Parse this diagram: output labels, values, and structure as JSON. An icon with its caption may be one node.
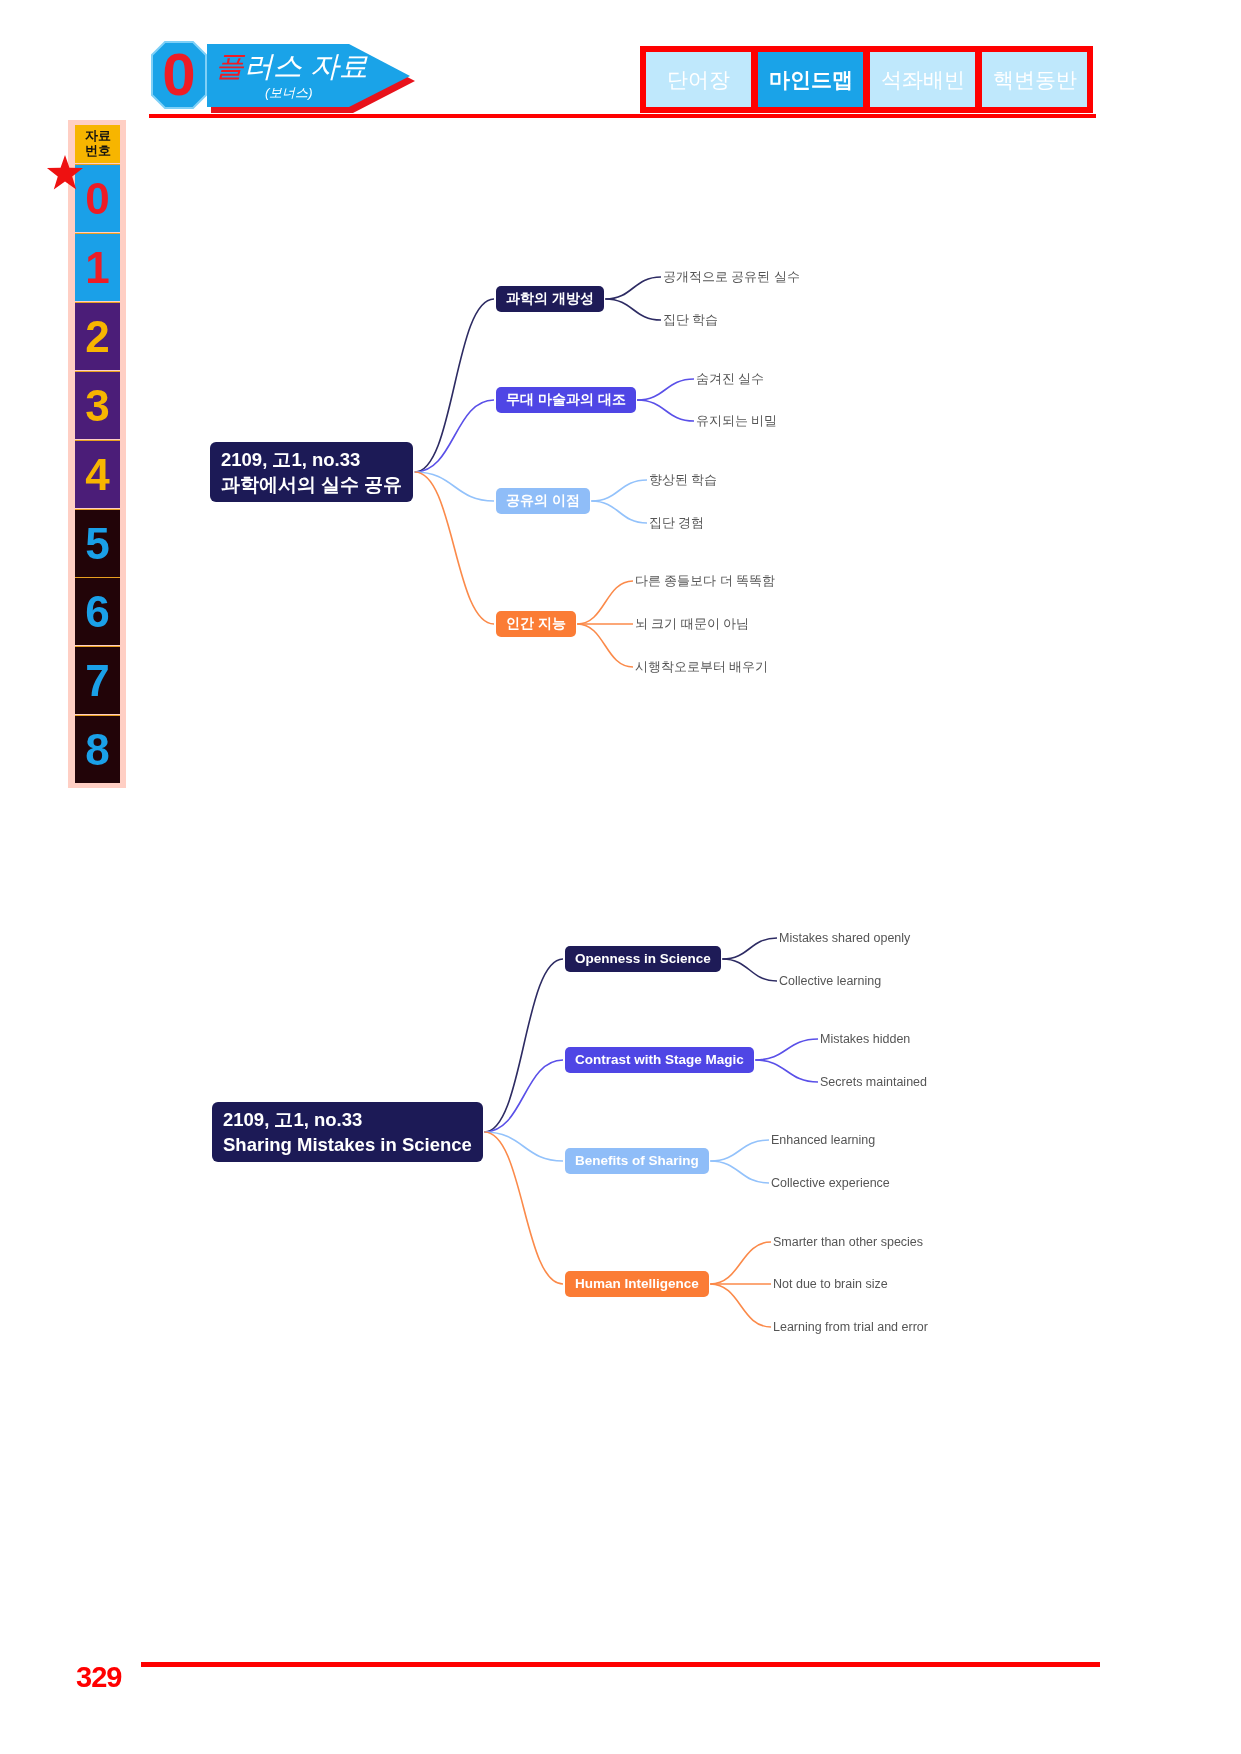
{
  "diagram": {
    "nodes": [
      {
        "text": [
          "2109, 고1, no.33",
          "과학에서의 실수 공유"
        ]
      },
      {
        "text": [
          "과학의 개방성"
        ]
      },
      {
        "text": [
          "공개적으로 공유된 실수"
        ]
      },
      {
        "text": [
          "집단 학습"
        ]
      },
      {
        "text": [
          "무대 마술과의 대조"
        ]
      },
      {
        "text": [
          "숨겨진 실수"
        ]
      },
      {
        "text": [
          "유지되는 비밀"
        ]
      },
      {
        "text": [
          "공유의 이점"
        ]
      },
      {
        "text": [
          "향상된 학습"
        ]
      },
      {
        "text": [
          "집단 경험"
        ]
      },
      {
        "text": [
          "인간 지능"
        ]
      },
      {
        "text": [
          "다른 종들보다 더 똑똑함"
        ]
      },
      {
        "text": [
          "뇌 크기 때문이 아님"
        ]
      },
      {
        "text": [
          "시행착오로부터 배우기"
        ]
      },
      {
        "text": [
          "2109, 고1, no.33",
          "Sharing Mistakes in Science"
        ]
      },
      {
        "text": [
          "Openness in Science"
        ]
      },
      {
        "text": [
          "Mistakes shared openly"
        ]
      },
      {
        "text": [
          "Collective learning"
        ]
      },
      {
        "text": [
          "Contrast with Stage Magic"
        ]
      },
      {
        "text": [
          "Mistakes hidden"
        ]
      },
      {
        "text": [
          "Secrets maintained"
        ]
      },
      {
        "text": [
          "Benefits of Sharing"
        ]
      },
      {
        "text": [
          "Enhanced learning"
        ]
      },
      {
        "text": [
          "Collective experience"
        ]
      },
      {
        "text": [
          "Human Intelligence"
        ]
      },
      {
        "text": [
          "Smarter than other species"
        ]
      },
      {
        "text": [
          "Not due to brain size"
        ]
      },
      {
        "text": [
          "Learning from trial and error"
        ]
      }
    ],
    "edges": [
      {
        "from": 0,
        "to": 1,
        "arrow": "none",
        "color": "#2d2b63"
      },
      {
        "from": 1,
        "to": 2,
        "arrow": "none",
        "color": "#2d2b63"
      },
      {
        "from": 1,
        "to": 3,
        "arrow": "none",
        "color": "#2d2b63"
      },
      {
        "from": 0,
        "to": 4,
        "arrow": "none",
        "color": "#5a50e8"
      },
      {
        "from": 4,
        "to": 5,
        "arrow": "none",
        "color": "#5a50e8"
      },
      {
        "from": 4,
        "to": 6,
        "arrow": "none",
        "color": "#5a50e8"
      },
      {
        "from": 0,
        "to": 7,
        "arrow": "none",
        "color": "#93c2fb"
      },
      {
        "from": 7,
        "to": 8,
        "arrow": "none",
        "color": "#93c2fb"
      },
      {
        "from": 7,
        "to": 9,
        "arrow": "none",
        "color": "#93c2fb"
      },
      {
        "from": 0,
        "to": 10,
        "arrow": "none"
      },
      {
        "from": 10,
        "to": 11,
        "arrow": "none"
      },
      {
        "from": 10,
        "to": 12,
        "arrow": "none"
      },
      {
        "from": 10,
        "to": 13,
        "arrow": "none"
      },
      {
        "from": 14,
        "to": 15,
        "arrow": "none",
        "color": "#2d2b63"
      },
      {
        "from": 15,
        "to": 16,
        "arrow": "none",
        "color": "#2d2b63"
      },
      {
        "from": 15,
        "to": 17,
        "arrow": "none",
        "color": "#2d2b63"
      },
      {
        "from": 14,
        "to": 18,
        "arrow": "none",
        "color": "#5a50e8"
      },
      {
        "from": 18,
        "to": 19,
        "arrow": "none",
        "color": "#5a50e8"
      },
      {
        "from": 18,
        "to": 20,
        "arrow": "none",
        "color": "#5a50e8"
      },
      {
        "from": 14,
        "to": 21,
        "arrow": "none",
        "color": "#93c2fb"
      },
      {
        "from": 21,
        "to": 22,
        "arrow": "none",
        "color": "#93c2fb"
      },
      {
        "from": 21,
        "to": 23,
        "arrow": "none",
        "color": "#93c2fb"
      },
      {
        "from": 14,
        "to": 24,
        "arrow": "none"
      },
      {
        "from": 24,
        "to": 25,
        "arrow": "none"
      },
      {
        "from": 24,
        "to": 26,
        "arrow": "none"
      },
      {
        "from": 24,
        "to": 27,
        "arrow": "none"
      }
    ],
    "labels": [
      "0",
      "플러스 자료",
      "(보너스)",
      "단어장",
      "마인드맵",
      "석좌배빈",
      "핵변동반",
      "자료 번호",
      "0",
      "1",
      "2",
      "3",
      "4",
      "5",
      "6",
      "7",
      "8",
      "329"
    ]
  }
}
